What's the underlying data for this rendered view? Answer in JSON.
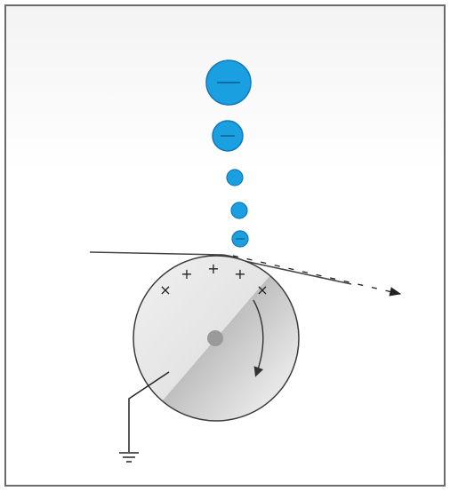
{
  "diagram": {
    "droplets": [
      {
        "name": "droplet-1",
        "charge": "−",
        "size": "large"
      },
      {
        "name": "droplet-2",
        "charge": "−",
        "size": "medium"
      },
      {
        "name": "droplet-3",
        "charge": "",
        "size": "small"
      },
      {
        "name": "droplet-4",
        "charge": "",
        "size": "small"
      },
      {
        "name": "droplet-5",
        "charge": "−",
        "size": "small"
      }
    ],
    "drum_charges": [
      "×",
      "+",
      "+",
      "+",
      "×"
    ],
    "colors": {
      "droplet_fill": "#1a9fe0",
      "droplet_stroke": "#1478b8",
      "frame_stroke": "#6b6b6b",
      "drum_light": "#f2f2f2",
      "drum_dark": "#c9c9c9",
      "axle": "#9a9a9a",
      "line": "#333333"
    },
    "icons": {
      "ground": "ground-symbol-icon",
      "rotation": "rotation-arrow-icon",
      "direction": "direction-arrow-icon"
    }
  }
}
